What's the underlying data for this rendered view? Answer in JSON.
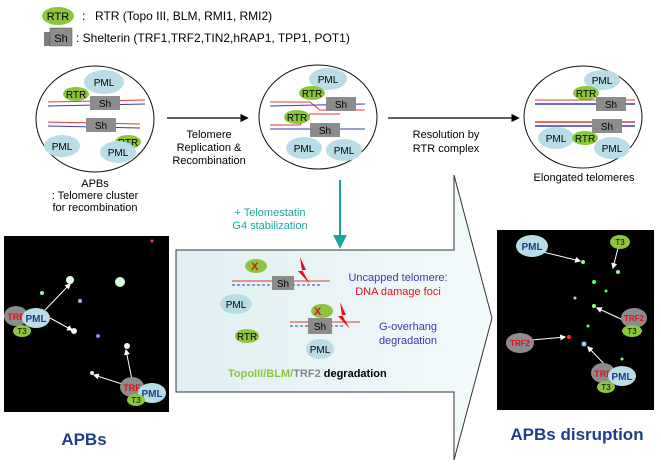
{
  "legend": {
    "rtr_badge": "RTR",
    "rtr_sep": ":",
    "rtr_text": "RTR (Topo III, BLM, RMI1, RMI2)",
    "sh_badge": "Sh",
    "sh_text": ": Shelterin (TRF1,TRF2,TIN2,hRAP1, TPP1, POT1)"
  },
  "labels": {
    "pml": "PML",
    "rtr": "RTR",
    "sh": "Sh",
    "trf": "TRF",
    "t3": "T3",
    "trf2": "TRF2",
    "x": "X"
  },
  "steps": {
    "step1_line1": "Telomere",
    "step1_line2": "Replication &",
    "step1_line3": "Recombination",
    "step2_line1": "Resolution by",
    "step2_line2": "RTR complex"
  },
  "captions": {
    "apb_line1": "APBs",
    "apb_line2": ": Telomere cluster",
    "apb_line3": "for recombination",
    "elongated": "Elongated telomeres"
  },
  "treatment": {
    "line1": "+ Telomestatin",
    "line2": "G4 stabilization"
  },
  "panel": {
    "uncapped_line1": "Uncapped telomere:",
    "uncapped_line2": "DNA damage foci",
    "goverhang_line1": "G-overhang",
    "goverhang_line2": "degradation",
    "deg_topo": "TopoIII/",
    "deg_blm": "BLM",
    "deg_slash": "/",
    "deg_trf2": "TRF2",
    "deg_rest": " degradation"
  },
  "titles": {
    "left": "APBs",
    "right": "APBs disruption"
  },
  "colors": {
    "pml": "#b9dde6",
    "rtr": "#8cc63f",
    "sh": "#7f7f7f",
    "arrow_teal": "#1aa6a0",
    "title_blue": "#1f3d8c",
    "damage_red": "#e0101a"
  }
}
